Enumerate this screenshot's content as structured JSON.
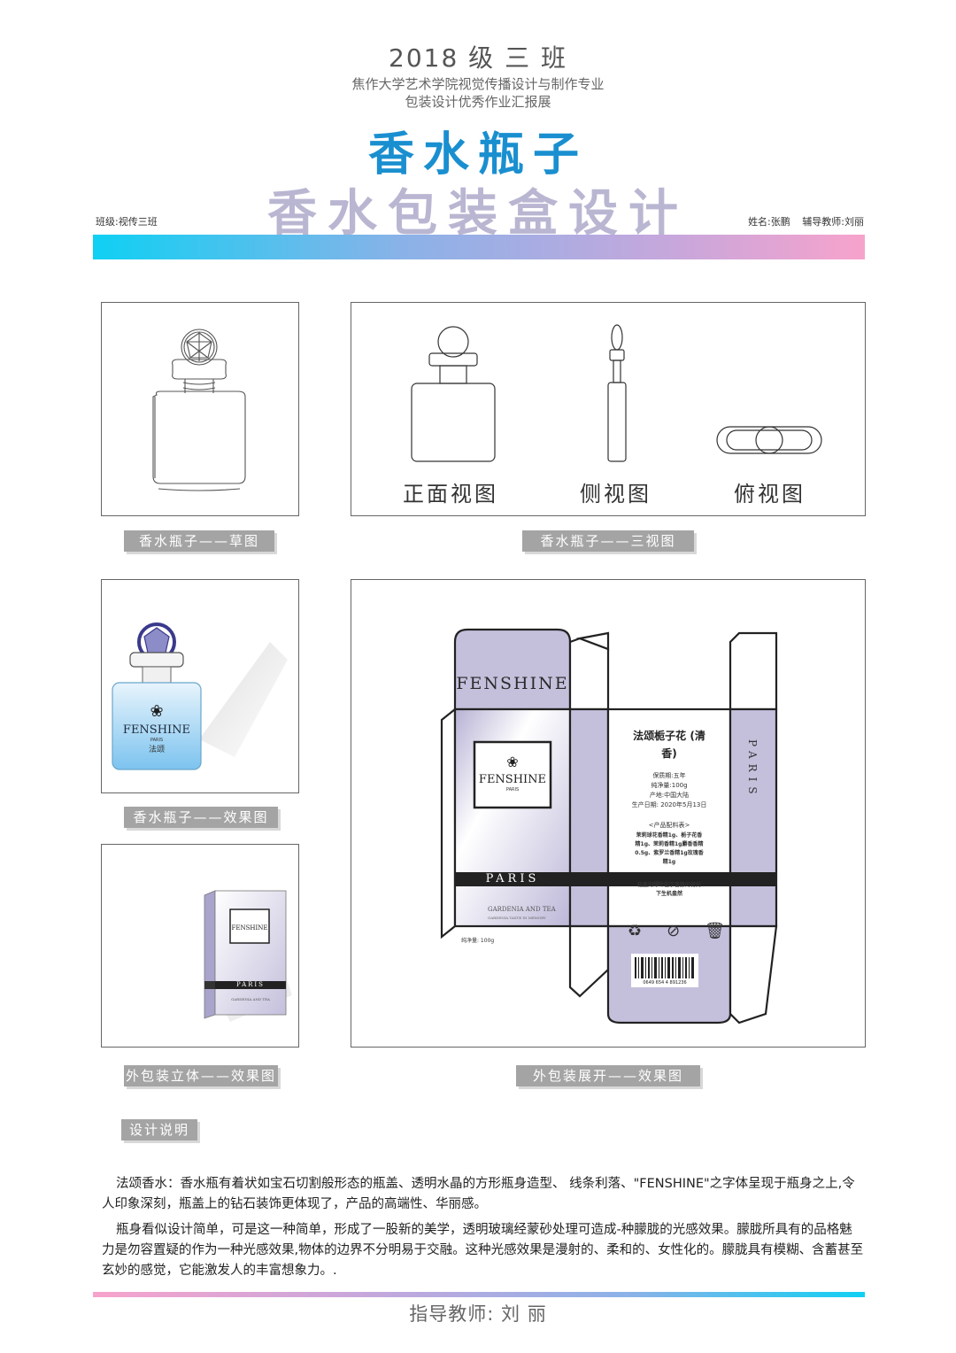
{
  "header": {
    "class_year": "2018 级 三 班",
    "school_line": "焦作大学艺术学院视觉传播设计与制作专业",
    "exhibit_line": "包装设计优秀作业汇报展",
    "main_title": "香水瓶子",
    "sub_title": "香水包装盒设计",
    "class_label": "班级:视传三班",
    "student_name": "姓名:张鹏",
    "tutor": "辅导教师:刘丽"
  },
  "colors": {
    "title_blue": "#1a8fd0",
    "subtitle_lavender": "#b9b6d2",
    "gradient_cyan": "#0fd0f3",
    "gradient_pink": "#f7a3cc",
    "box_lavender": "#c4c0dc",
    "bottle_blue": "#7cc3ef",
    "caption_gray": "#a4a4a4"
  },
  "panels": {
    "sketch_caption": "香水瓶子——草图",
    "three_view_caption": "香水瓶子——三视图",
    "three_view_labels": [
      "正面视图",
      "侧视图",
      "俯视图"
    ],
    "render_caption": "香水瓶子——效果图",
    "box3d_caption": "外包装立体——效果图",
    "unfold_caption": "外包装展开——效果图"
  },
  "product": {
    "brand": "FENSHINE",
    "brand_sub": "PARIS",
    "brand_cn": "法颂",
    "band_text": "PARIS",
    "side_text": "PARIS",
    "gardenia": "GARDENIA AND TEA",
    "gardenia_sub": "GARDENIA TASTE IN MEMORY",
    "net_content": "纯净量: 100g",
    "product_name_line1": "法颂栀子花 (清",
    "product_name_line2": "香)",
    "spec_lines": [
      "保质期:五年",
      "纯净量:100g",
      "产地:中国大陆",
      "生产日期: 2020年5月13日"
    ],
    "ingredient_title": "<产品配料表>",
    "ingredient_lines": [
      "茉莉球花香精1g、栀子花香",
      "精1g、茉莉香精1g麝香香精",
      "0.5g、紫罗兰香精1g玫瑰香",
      "精1g"
    ],
    "slogan_lines": [
      "轻盈的绿叶在字香豚的衬托",
      "下生机盎然"
    ],
    "barcode_number": "0649 654 4 891236",
    "recycle_icon": "recycle-icon",
    "no_fire_icon": "no-fire-icon",
    "trash_icon": "trash-icon"
  },
  "description": {
    "section_label": "设计说明",
    "paragraph1": "法颂香水：香水瓶有着状如宝石切割般形态的瓶盖、透明水晶的方形瓶身造型、 线条利落、\"FENSHINE\"之字体呈现于瓶身之上,令人印象深刻，瓶盖上的钻石装饰更体现了，产品的高端性、华丽感。",
    "paragraph2": "瓶身看似设计简单，可是这一种简单，形成了一股新的美学，透明玻璃经蒙砂处理可造成-种朦胧的光感效果。朦胧所具有的品格魅力是勿容置疑的作为一种光感效果,物体的边界不分明易于交融。这种光感效果是漫射的、柔和的、女性化的。朦胧具有模糊、含蓄甚至玄妙的感觉，它能激发人的丰富想象力。."
  },
  "footer": {
    "teacher": "指导教师: 刘 丽"
  }
}
